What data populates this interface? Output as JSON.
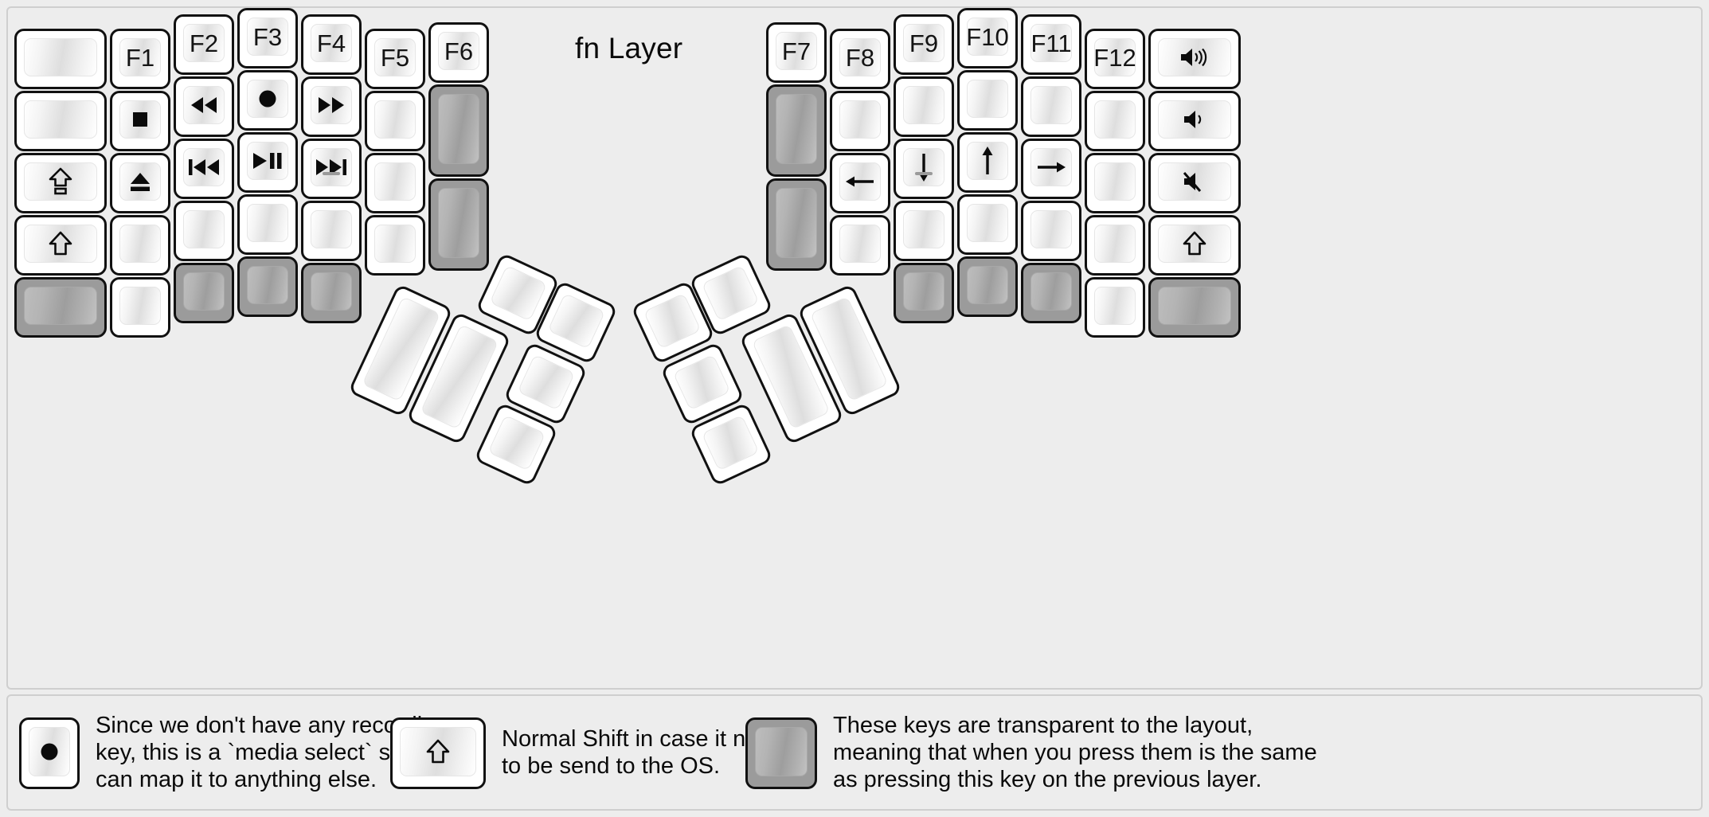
{
  "title": "fn Layer",
  "colors": {
    "background": "#ededed",
    "key_face": "#ffffff",
    "key_transparent": "#9b9b9b",
    "outline": "#111111",
    "label": "#141414"
  },
  "left_half": {
    "columns": [
      {
        "name": "col-pinky-outer",
        "keys": [
          {
            "label": "",
            "icon": "",
            "type": "normal"
          },
          {
            "label": "",
            "icon": "",
            "type": "normal"
          },
          {
            "label": "",
            "icon": "caps-lock-icon",
            "type": "normal"
          },
          {
            "label": "",
            "icon": "shift-icon",
            "type": "normal"
          },
          {
            "label": "",
            "icon": "",
            "type": "transparent"
          }
        ]
      },
      {
        "name": "col-pinky",
        "keys": [
          {
            "label": "F1",
            "icon": "",
            "type": "normal"
          },
          {
            "label": "",
            "icon": "media-stop-icon",
            "type": "normal"
          },
          {
            "label": "",
            "icon": "media-eject-icon",
            "type": "normal"
          },
          {
            "label": "",
            "icon": "",
            "type": "normal"
          },
          {
            "label": "",
            "icon": "",
            "type": "normal"
          }
        ]
      },
      {
        "name": "col-ring",
        "keys": [
          {
            "label": "F2",
            "icon": "",
            "type": "normal"
          },
          {
            "label": "",
            "icon": "media-rewind-icon",
            "type": "normal"
          },
          {
            "label": "",
            "icon": "media-prev-track-icon",
            "type": "normal"
          },
          {
            "label": "",
            "icon": "",
            "type": "normal"
          },
          {
            "label": "",
            "icon": "",
            "type": "transparent"
          }
        ]
      },
      {
        "name": "col-middle",
        "keys": [
          {
            "label": "F3",
            "icon": "",
            "type": "normal"
          },
          {
            "label": "",
            "icon": "media-record-icon",
            "type": "normal"
          },
          {
            "label": "",
            "icon": "media-play-pause-icon",
            "type": "normal"
          },
          {
            "label": "",
            "icon": "",
            "type": "normal"
          },
          {
            "label": "",
            "icon": "",
            "type": "transparent"
          }
        ]
      },
      {
        "name": "col-index",
        "keys": [
          {
            "label": "F4",
            "icon": "",
            "type": "normal"
          },
          {
            "label": "",
            "icon": "media-fast-forward-icon",
            "type": "normal"
          },
          {
            "label": "",
            "icon": "media-next-track-icon",
            "type": "normal",
            "homing": true
          },
          {
            "label": "",
            "icon": "",
            "type": "normal"
          },
          {
            "label": "",
            "icon": "",
            "type": "transparent"
          }
        ]
      },
      {
        "name": "col-index-inner",
        "keys": [
          {
            "label": "F5",
            "icon": "",
            "type": "normal"
          },
          {
            "label": "",
            "icon": "",
            "type": "normal"
          },
          {
            "label": "",
            "icon": "",
            "type": "normal"
          },
          {
            "label": "",
            "icon": "",
            "type": "normal"
          }
        ]
      },
      {
        "name": "col-inner-extra",
        "keys": [
          {
            "label": "F6",
            "icon": "",
            "type": "normal"
          },
          {
            "label": "",
            "icon": "",
            "type": "transparent"
          },
          {
            "label": "",
            "icon": "",
            "type": "transparent"
          }
        ]
      }
    ],
    "thumb_cluster": [
      {
        "name": "thumb-big-1",
        "type": "normal"
      },
      {
        "name": "thumb-big-2",
        "type": "normal"
      },
      {
        "name": "thumb-small-1",
        "type": "normal"
      },
      {
        "name": "thumb-small-2",
        "type": "normal"
      },
      {
        "name": "thumb-small-3",
        "type": "normal"
      },
      {
        "name": "thumb-small-4",
        "type": "normal"
      }
    ]
  },
  "right_half": {
    "columns": [
      {
        "name": "col-inner-extra",
        "keys": [
          {
            "label": "F7",
            "icon": "",
            "type": "normal"
          },
          {
            "label": "",
            "icon": "",
            "type": "transparent"
          },
          {
            "label": "",
            "icon": "",
            "type": "transparent"
          }
        ]
      },
      {
        "name": "col-index-inner",
        "keys": [
          {
            "label": "F8",
            "icon": "",
            "type": "normal"
          },
          {
            "label": "",
            "icon": "",
            "type": "normal"
          },
          {
            "label": "",
            "icon": "arrow-left-icon",
            "type": "normal"
          },
          {
            "label": "",
            "icon": "",
            "type": "normal"
          }
        ]
      },
      {
        "name": "col-index",
        "keys": [
          {
            "label": "F9",
            "icon": "",
            "type": "normal"
          },
          {
            "label": "",
            "icon": "",
            "type": "normal"
          },
          {
            "label": "",
            "icon": "arrow-down-icon",
            "type": "normal",
            "homing": true
          },
          {
            "label": "",
            "icon": "",
            "type": "normal"
          },
          {
            "label": "",
            "icon": "",
            "type": "transparent"
          }
        ]
      },
      {
        "name": "col-middle",
        "keys": [
          {
            "label": "F10",
            "icon": "",
            "type": "normal"
          },
          {
            "label": "",
            "icon": "",
            "type": "normal"
          },
          {
            "label": "",
            "icon": "arrow-up-icon",
            "type": "normal"
          },
          {
            "label": "",
            "icon": "",
            "type": "normal"
          },
          {
            "label": "",
            "icon": "",
            "type": "transparent"
          }
        ]
      },
      {
        "name": "col-ring",
        "keys": [
          {
            "label": "F11",
            "icon": "",
            "type": "normal"
          },
          {
            "label": "",
            "icon": "",
            "type": "normal"
          },
          {
            "label": "",
            "icon": "arrow-right-icon",
            "type": "normal"
          },
          {
            "label": "",
            "icon": "",
            "type": "normal"
          },
          {
            "label": "",
            "icon": "",
            "type": "transparent"
          }
        ]
      },
      {
        "name": "col-pinky",
        "keys": [
          {
            "label": "F12",
            "icon": "",
            "type": "normal"
          },
          {
            "label": "",
            "icon": "",
            "type": "normal"
          },
          {
            "label": "",
            "icon": "",
            "type": "normal"
          },
          {
            "label": "",
            "icon": "",
            "type": "normal"
          },
          {
            "label": "",
            "icon": "",
            "type": "normal"
          }
        ]
      },
      {
        "name": "col-pinky-outer",
        "keys": [
          {
            "label": "",
            "icon": "volume-up-icon",
            "type": "normal"
          },
          {
            "label": "",
            "icon": "volume-down-icon",
            "type": "normal"
          },
          {
            "label": "",
            "icon": "volume-mute-icon",
            "type": "normal"
          },
          {
            "label": "",
            "icon": "shift-icon",
            "type": "normal"
          },
          {
            "label": "",
            "icon": "",
            "type": "transparent"
          }
        ]
      }
    ],
    "thumb_cluster": [
      {
        "name": "thumb-small-1",
        "type": "normal"
      },
      {
        "name": "thumb-small-2",
        "type": "normal"
      },
      {
        "name": "thumb-small-3",
        "type": "normal"
      },
      {
        "name": "thumb-small-4",
        "type": "normal"
      },
      {
        "name": "thumb-big-1",
        "type": "normal"
      },
      {
        "name": "thumb-big-2",
        "type": "normal"
      }
    ]
  },
  "legend": [
    {
      "icon": "media-record-icon",
      "swatch": "normal",
      "text": "Since we don't have any recording\nkey, this is a `media select` so user\ncan map it to anything else."
    },
    {
      "icon": "shift-icon",
      "swatch": "normal",
      "text": "Normal Shift in case it needs\nto be send to the OS."
    },
    {
      "icon": "",
      "swatch": "transparent",
      "text": "These keys are transparent to the layout,\nmeaning that when you press them is the same\nas pressing this key on the previous layer."
    }
  ]
}
